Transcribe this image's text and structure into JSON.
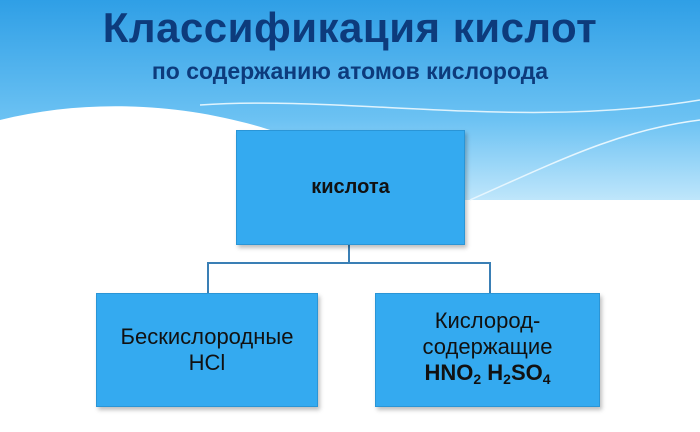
{
  "title": "Классификация кислот",
  "subtitle": "по содержанию атомов кислорода",
  "root": {
    "label": "кислота"
  },
  "left": {
    "label": "Бескислородные",
    "example": "HCl"
  },
  "right": {
    "label_line1": "Кислород-",
    "label_line2": "содержащие",
    "formula1": {
      "base": "HNO",
      "sub": "2"
    },
    "formula2": {
      "a": "H",
      "sub1": "2",
      "b": "SO",
      "sub2": "4"
    }
  },
  "colors": {
    "title": "#0d3b7c",
    "box": "#34aaf0",
    "line": "#3a7fb5"
  }
}
